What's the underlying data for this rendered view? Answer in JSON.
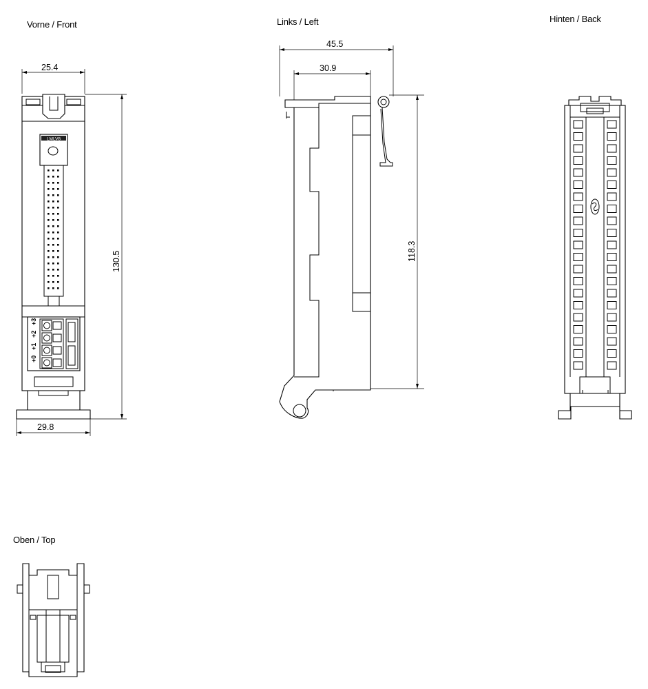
{
  "views": {
    "front": {
      "title": "Vorne / Front",
      "width_top": "25.4",
      "width_bottom": "29.8",
      "height": "130.5",
      "label_plate": "LMLV8",
      "terminal_labels": [
        "+3",
        "+2",
        "+1",
        "+0"
      ]
    },
    "left": {
      "title": "Links / Left",
      "depth_total": "45.5",
      "depth_partial": "30.9",
      "height": "118.3"
    },
    "back": {
      "title": "Hinten / Back"
    },
    "top": {
      "title": "Oben / Top"
    }
  }
}
